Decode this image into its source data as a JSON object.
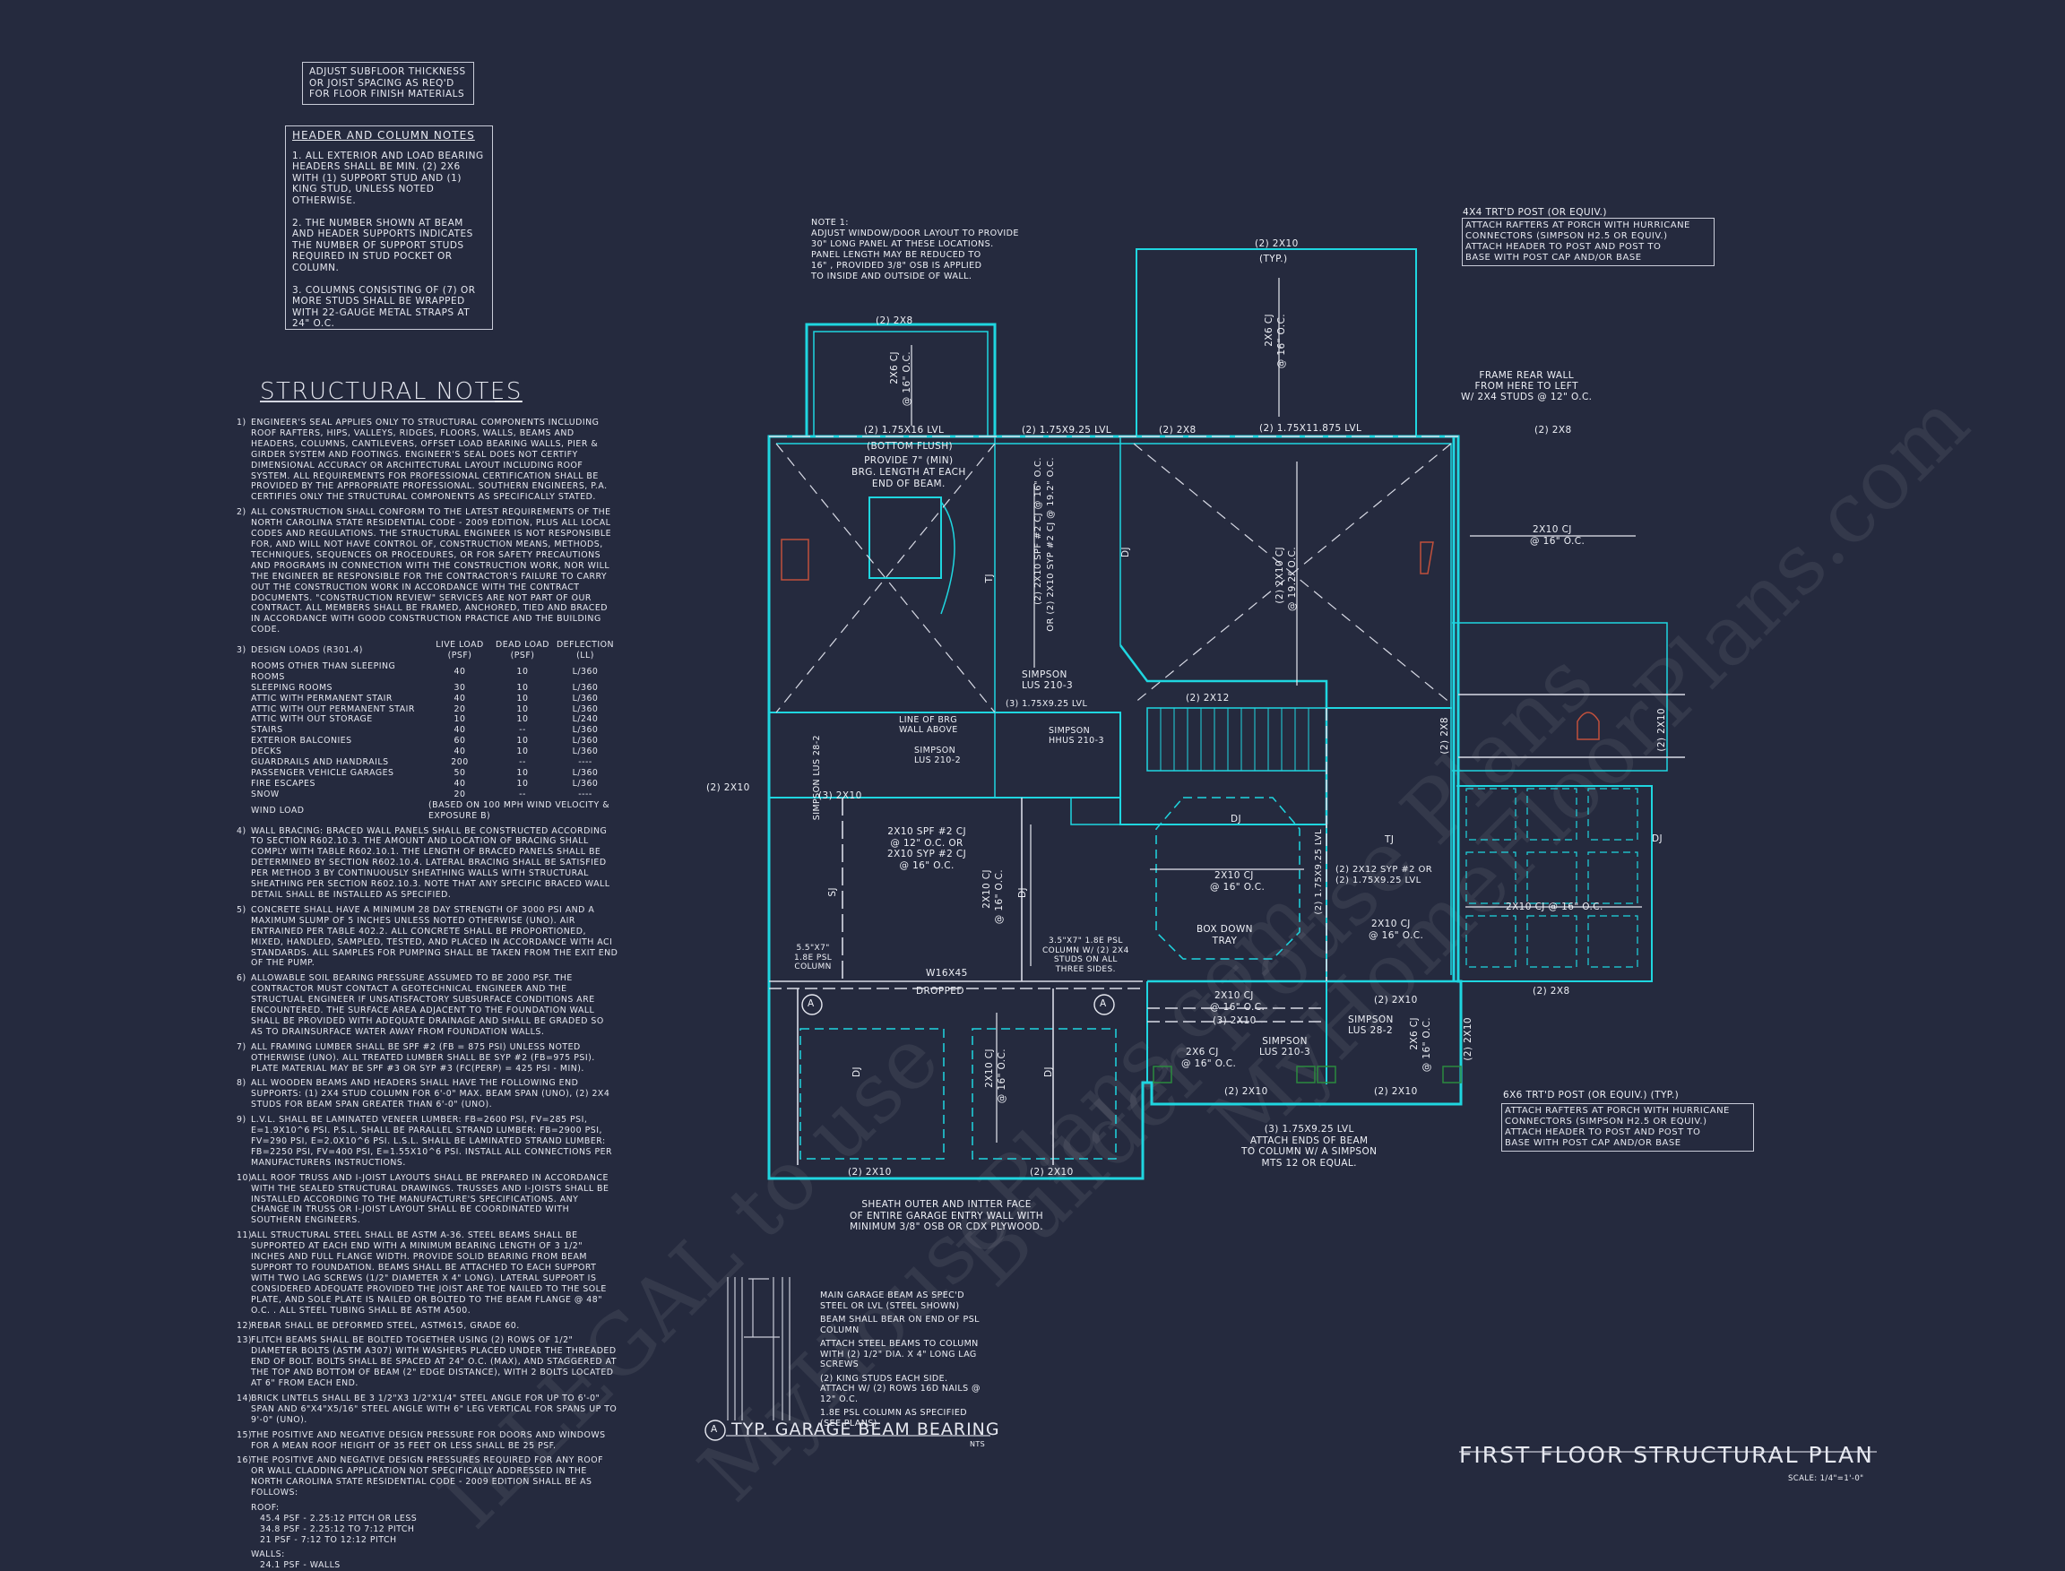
{
  "subfloor_note": {
    "lines": [
      "ADJUST SUBFLOOR THICKNESS",
      "OR JOIST SPACING AS REQ'D",
      "FOR FLOOR FINISH MATERIALS"
    ]
  },
  "header_column_notes": {
    "title": "HEADER AND COLUMN NOTES",
    "items": [
      "1. ALL EXTERIOR AND LOAD BEARING HEADERS SHALL BE MIN. (2) 2x6 WITH (1) SUPPORT STUD AND (1) KING STUD, UNLESS NOTED OTHERWISE.",
      "2. THE NUMBER SHOWN AT BEAM AND HEADER SUPPORTS INDICATES THE NUMBER OF SUPPORT STUDS REQUIRED IN STUD POCKET OR COLUMN.",
      "3. COLUMNS CONSISTING OF (7) OR MORE STUDS SHALL BE WRAPPED WITH 22-GAUGE METAL STRAPS AT 24\" O.C."
    ]
  },
  "structural_notes": {
    "title": "STRUCTURAL NOTES",
    "items": [
      {
        "num": "1)",
        "text": "ENGINEER'S SEAL APPLIES ONLY TO STRUCTURAL COMPONENTS INCLUDING ROOF RAFTERS, HIPS, VALLEYS, RIDGES, FLOORS, WALLS, BEAMS AND HEADERS, COLUMNS, CANTILEVERS, OFFSET LOAD BEARING WALLS, PIER & GIRDER SYSTEM AND FOOTINGS. ENGINEER'S SEAL DOES NOT CERTIFY DIMENSIONAL ACCURACY OR ARCHITECTURAL LAYOUT INCLUDING ROOF SYSTEM. ALL REQUIREMENTS FOR PROFESSIONAL CERTIFICATION SHALL BE PROVIDED BY THE APPROPRIATE PROFESSIONAL. SOUTHERN ENGINEERS, P.A. CERTIFIES ONLY THE STRUCTURAL COMPONENTS AS SPECIFICALLY STATED."
      },
      {
        "num": "2)",
        "text": "ALL CONSTRUCTION SHALL CONFORM TO THE LATEST REQUIREMENTS OF THE NORTH CAROLINA STATE RESIDENTIAL CODE - 2009 EDITION, PLUS ALL LOCAL CODES AND REGULATIONS. THE STRUCTURAL ENGINEER IS NOT RESPONSIBLE FOR, AND WILL NOT HAVE CONTROL OF, CONSTRUCTION MEANS, METHODS, TECHNIQUES, SEQUENCES OR PROCEDURES, OR FOR SAFETY PRECAUTIONS AND PROGRAMS IN CONNECTION WITH THE CONSTRUCTION WORK, NOR WILL THE ENGINEER BE RESPONSIBLE FOR THE CONTRACTOR'S FAILURE TO CARRY OUT THE CONSTRUCTION WORK IN ACCORDANCE WITH THE CONTRACT DOCUMENTS. \"CONSTRUCTION REVIEW\" SERVICES ARE NOT PART OF OUR CONTRACT. ALL MEMBERS SHALL BE FRAMED, ANCHORED, TIED AND BRACED IN ACCORDANCE WITH GOOD CONSTRUCTION PRACTICE AND THE BUILDING CODE."
      }
    ],
    "design_loads": {
      "num": "3)",
      "title": "DESIGN LOADS (R301.4)",
      "columns": [
        "LIVE LOAD (PSF)",
        "DEAD LOAD (PSF)",
        "DEFLECTION (LL)"
      ],
      "rows": [
        [
          "ROOMS OTHER THAN SLEEPING ROOMS",
          "40",
          "10",
          "L/360"
        ],
        [
          "SLEEPING ROOMS",
          "30",
          "10",
          "L/360"
        ],
        [
          "ATTIC WITH PERMANENT STAIR",
          "40",
          "10",
          "L/360"
        ],
        [
          "ATTIC WITH OUT PERMANENT STAIR",
          "20",
          "10",
          "L/360"
        ],
        [
          "ATTIC WITH OUT STORAGE",
          "10",
          "10",
          "L/240"
        ],
        [
          "STAIRS",
          "40",
          "--",
          "L/360"
        ],
        [
          "EXTERIOR BALCONIES",
          "60",
          "10",
          "L/360"
        ],
        [
          "DECKS",
          "40",
          "10",
          "L/360"
        ],
        [
          "GUARDRAILS AND HANDRAILS",
          "200",
          "--",
          "----"
        ],
        [
          "PASSENGER VEHICLE GARAGES",
          "50",
          "10",
          "L/360"
        ],
        [
          "FIRE ESCAPES",
          "40",
          "10",
          "L/360"
        ],
        [
          "SNOW",
          "20",
          "--",
          "----"
        ]
      ],
      "wind_load_label": "WIND LOAD",
      "wind_load_value": "(BASED ON 100 MPH WIND VELOCITY & EXPOSURE B)"
    },
    "items_after": [
      {
        "num": "4)",
        "text": "WALL BRACING: BRACED WALL PANELS SHALL BE CONSTRUCTED ACCORDING TO SECTION R602.10.3. THE AMOUNT AND LOCATION OF BRACING SHALL COMPLY WITH TABLE R602.10.1. THE LENGTH OF BRACED PANELS SHALL BE DETERMINED BY SECTION R602.10.4. LATERAL BRACING SHALL BE SATISFIED PER METHOD 3 BY CONTINUOUSLY SHEATHING WALLS WITH STRUCTURAL SHEATHING PER SECTION R602.10.3. NOTE THAT ANY SPECIFIC BRACED WALL DETAIL SHALL BE INSTALLED AS SPECIFIED."
      },
      {
        "num": "5)",
        "text": "CONCRETE SHALL HAVE A MINIMUM 28 DAY STRENGTH OF 3000 PSI AND A MAXIMUM SLUMP OF 5 INCHES UNLESS NOTED OTHERWISE (UNO). AIR ENTRAINED PER TABLE 402.2. ALL CONCRETE SHALL BE PROPORTIONED, MIXED, HANDLED, SAMPLED, TESTED, AND PLACED IN ACCORDANCE WITH ACI STANDARDS. ALL SAMPLES FOR PUMPING SHALL BE TAKEN FROM THE EXIT END OF THE PUMP."
      },
      {
        "num": "6)",
        "text": "ALLOWABLE SOIL BEARING PRESSURE ASSUMED TO BE 2000 PSF. THE CONTRACTOR MUST CONTACT A GEOTECHNICAL ENGINEER AND THE STRUCTUAL ENGINEER IF UNSATISFACTORY SUBSURFACE CONDITIONS ARE ENCOUNTERED. THE SURFACE AREA ADJACENT TO THE FOUNDATION WALL SHALL BE PROVIDED WITH ADEQUATE DRAINAGE AND SHALL BE GRADED SO AS TO DRAINSURFACE WATER AWAY FROM FOUNDATION WALLS."
      },
      {
        "num": "7)",
        "text": "ALL FRAMING LUMBER SHALL BE SPF #2 (Fb = 875 PSI) UNLESS NOTED OTHERWISE (UNO). ALL TREATED LUMBER SHALL BE SYP #2 (Fb=975 PSI). PLATE MATERIAL MAY BE SPF #3 OR SYP #3 (Fc(perp) = 425 PSI - MIN)."
      },
      {
        "num": "8)",
        "text": "ALL WOODEN BEAMS AND HEADERS SHALL HAVE THE FOLLOWING END SUPPORTS: (1) 2x4 STUD COLUMN FOR 6'-0\" MAX. BEAM SPAN (UNO), (2) 2X4 STUDS FOR BEAM SPAN GREATER THAN 6'-0\" (UNO)."
      },
      {
        "num": "9)",
        "text": "L.V.L. SHALL BE LAMINATED VENEER LUMBER: Fb=2600 PSI, Fv=285 PSI, E=1.9x10^6 PSI. P.S.L. SHALL BE PARALLEL STRAND LUMBER: Fb=2900 PSI, Fv=290 PSI, E=2.0x10^6 PSI. L.S.L. SHALL BE LAMINATED STRAND LUMBER: Fb=2250 PSI, Fv=400 PSI, E=1.55x10^6 PSI. INSTALL ALL CONNECTIONS PER MANUFACTURERS INSTRUCTIONS."
      },
      {
        "num": "10)",
        "text": "ALL ROOF TRUSS AND I-JOIST LAYOUTS SHALL BE PREPARED IN ACCORDANCE WITH THE SEALED STRUCTURAL DRAWINGS. TRUSSES AND I-JOISTS SHALL BE INSTALLED ACCORDING TO THE MANUFACTURE'S SPECIFICATIONS. ANY CHANGE IN TRUSS OR I-JOIST LAYOUT SHALL BE COORDINATED WITH SOUTHERN ENGINEERS."
      },
      {
        "num": "11)",
        "text": "ALL STRUCTURAL STEEL SHALL BE ASTM A-36. STEEL BEAMS SHALL BE SUPPORTED AT EACH END WITH A MINIMUM BEARING LENGTH OF 3 1/2\" INCHES AND FULL FLANGE WIDTH. PROVIDE SOLID BEARING FROM BEAM SUPPORT TO FOUNDATION. BEAMS SHALL BE ATTACHED TO EACH SUPPORT WITH TWO LAG SCREWS (1/2\" DIAMETER x 4\" LONG). LATERAL SUPPORT IS CONSIDERED ADEQUATE PROVIDED THE JOIST ARE TOE NAILED TO THE SOLE PLATE, AND SOLE PLATE IS NAILED OR BOLTED TO THE BEAM FLANGE @ 48\" O.C. . ALL STEEL TUBING SHALL BE ASTM A500."
      },
      {
        "num": "12)",
        "text": "REBAR SHALL BE DEFORMED STEEL, ASTM615, GRADE 60."
      },
      {
        "num": "13)",
        "text": "FLITCH BEAMS SHALL BE BOLTED TOGETHER USING (2) ROWS OF 1/2\" DIAMETER BOLTS (ASTM A307) WITH WASHERS PLACED UNDER THE THREADED END OF BOLT. BOLTS SHALL BE SPACED AT 24\" O.C. (MAX), AND STAGGERED AT THE TOP AND BOTTOM OF BEAM (2\" EDGE DISTANCE), WITH 2 BOLTS LOCATED AT 6\" FROM EACH END."
      },
      {
        "num": "14)",
        "text": "BRICK LINTELS SHALL BE 3 1/2\"x3 1/2\"x1/4\" STEEL ANGLE FOR UP TO 6'-0\" SPAN AND 6\"x4\"x5/16\" STEEL ANGLE WITH 6\" LEG VERTICAL FOR SPANS UP TO 9'-0\" (UNO)."
      },
      {
        "num": "15)",
        "text": "THE POSITIVE AND NEGATIVE DESIGN PRESSURE FOR DOORS AND WINDOWS FOR A MEAN ROOF HEIGHT OF 35 FEET OR LESS SHALL BE 25 PSF."
      },
      {
        "num": "16)",
        "text": "THE POSITIVE AND NEGATIVE DESIGN PRESSURES REQUIRED FOR ANY ROOF OR WALL CLADDING APPLICATION NOT SPECIFICALLY ADDRESSED IN THE NORTH CAROLINA STATE RESIDENTIAL CODE - 2009 EDITION SHALL BE AS FOLLOWS:"
      }
    ],
    "roof_label": "ROOF:",
    "roof_values": [
      "45.4 PSF - 2.25:12 PITCH OR LESS",
      "34.8 PSF - 2.25:12 TO 7:12 PITCH",
      "21 PSF - 7:12 TO 12:12 PITCH"
    ],
    "walls_label": "WALLS:",
    "walls_values": [
      "24.1 PSF - WALLS"
    ]
  },
  "note1": {
    "lines": [
      "NOTE 1:",
      "ADJUST WINDOW/DOOR LAYOUT TO PROVIDE",
      "30\" LONG PANEL AT THESE LOCATIONS.",
      "PANEL LENGTH MAY BE REDUCED TO",
      "16\" , PROVIDED 3/8\" OSB IS APPLIED",
      "TO INSIDE AND OUTSIDE OF WALL."
    ]
  },
  "porch_note_top": {
    "title": "4x4 TRT'D POST (OR EQUIV.)",
    "lines": [
      "ATTACH RAFTERS AT PORCH WITH HURRICANE",
      "CONNECTORS (SIMPSON H2.5 OR EQUIV.)",
      "ATTACH HEADER TO POST AND POST TO",
      "BASE WITH POST CAP AND/OR BASE"
    ]
  },
  "porch_note_bottom": {
    "title": "6x6 TRT'D POST (OR EQUIV.) (TYP.)",
    "lines": [
      "ATTACH RAFTERS AT PORCH WITH HURRICANE",
      "CONNECTORS (SIMPSON H2.5 OR EQUIV.)",
      "ATTACH HEADER TO POST AND POST TO",
      "BASE WITH POST CAP AND/OR BASE"
    ]
  },
  "frame_rear_note": [
    "FRAME REAR WALL",
    "FROM HERE TO LEFT",
    "w/ 2x4 STUDS @ 12\" O.C."
  ],
  "garage_beam_detail": {
    "callouts": [
      "MAIN GARAGE BEAM AS SPEC'D STEEL OR LVL (STEEL SHOWN)",
      "BEAM SHALL BEAR ON END OF PSL COLUMN",
      "ATTACH STEEL BEAMS TO COLUMN WITH (2) 1/2\" DIA. x 4\" LONG LAG SCREWS",
      "(2) KING STUDS EACH SIDE. ATTACH W/ (2) ROWS 16D NAILS @ 12\" O.C.",
      "1.8E PSL COLUMN AS SPECIFIED (SEE PLANS)"
    ],
    "marker": "A",
    "title": "TYP. GARAGE BEAM BEARING",
    "scale": "NTS"
  },
  "plan_title": {
    "title": "FIRST FLOOR STRUCTURAL PLAN",
    "scale": "SCALE: 1/4\"=1'-0\""
  },
  "plan_labels": {
    "top_2x8_left": "(2) 2x8",
    "cj_2x6_left": "2x6 CJ",
    "cj_2x6_left_oc": "@ 16\" O.C.",
    "lvl_16": "(2) 1.75x16 LVL",
    "bottom_flush": "(BOTTOM FLUSH)",
    "provide_brg": [
      "PROVIDE 7\" (MIN)",
      "BRG. LENGTH AT EACH",
      "END OF BEAM."
    ],
    "lvl_925_top": "(2) 1.75x9.25 LVL",
    "top_2x8_mid": "(2) 2x8",
    "lvl_11875": "(2) 1.75x11.875 LVL",
    "top_2x8_right": "(2) 2x8",
    "porch_2x10": "(2) 2x10",
    "porch_typ": "(TYP.)",
    "porch_cj": "2x6 CJ",
    "porch_cj_oc": "@ 16\" O.C.",
    "spf_cj": "(2) 2x10 SPF #2 CJ @ 16\" O.C.",
    "syp_cj": "OR (2) 2x10 SYP #2 CJ @ 19.2\" O.C.",
    "tj": "TJ",
    "dj": "DJ",
    "great_cj": "(2) 2x10 CJ",
    "great_cj_oc": "@ 19.2\" O.C.",
    "right_cj": "2x10 CJ",
    "right_cj_oc": "@ 16\" O.C.",
    "simpson_lus_210_3": [
      "SIMPSON",
      "LUS 210-3"
    ],
    "lvl_3_925": "(3) 1.75x9.25 LVL",
    "simpson_hhus": [
      "SIMPSON",
      "HHUS 210-3"
    ],
    "line_brg": [
      "LINE OF BRG",
      "WALL ABOVE"
    ],
    "simpson_lus_210_2": [
      "SIMPSON",
      "LUS 210-2"
    ],
    "simpson_lus_28_2_v": "SIMPSON LUS 28-2",
    "stair_2x10_a": "(2) 2x10",
    "stair_2x10_b": "(2) 2x10",
    "header_2x12": "(2) 2x12",
    "side_2x8": "(2) 2x8",
    "side_2x10": "(2) 2x10",
    "left_2x10": "(2) 2x10",
    "hdr_3_2x10": "(3) 2x10",
    "garage_cj": [
      "2x10 SPF #2 CJ",
      "@ 12\" O.C. OR",
      "2x10 SYP #2 CJ",
      "@ 16\" O.C."
    ],
    "sj": "SJ",
    "garage_mid_cj": "2x10 CJ",
    "garage_mid_cj_oc": "@ 16\" O.C.",
    "dining_cj": "2x10 CJ",
    "dining_cj_oc": "@ 16\" O.C.",
    "box_down": [
      "BOX DOWN",
      "TRAY"
    ],
    "lvl_925_v": "(2) 1.75x9.25 LVL",
    "syp_2x12": [
      "(2) 2x12 SYP #2 OR",
      "(2) 1.75x9.25 LVL"
    ],
    "study_cj": "2x10 CJ",
    "study_cj_oc": "@ 16\" O.C.",
    "porch_right_cj": "2x10 CJ @ 16\" O.C.",
    "bottom_2x8": "(2) 2x8",
    "psl_left": [
      "5.5\"x7\"",
      "1.8E PSL",
      "COLUMN"
    ],
    "psl_right": [
      "3.5\"x7\" 1.8E PSL",
      "COLUMN w/ (2) 2x4",
      "STUDS ON ALL",
      "THREE SIDES."
    ],
    "w16": "W16x45",
    "dropped": "DROPPED",
    "marker_a": "A",
    "front_cj": "2x10 CJ",
    "front_cj_oc": "@ 16\" O.C.",
    "front_hdr": "(2) 2x10",
    "front_3_2x10": "(3) 2x10",
    "simpson_lus_210_3_b": [
      "SIMPSON",
      "LUS 210-3"
    ],
    "front_2x6": "2x6 CJ",
    "front_2x6_oc": "@ 16\" O.C.",
    "simpson_lus_28_2": [
      "SIMPSON",
      "LUS 28-2"
    ],
    "front_right_cj": "2x6 CJ",
    "front_right_cj_oc": "@ 16\" O.C.",
    "porch_front_2x10_a": "(2) 2x10",
    "porch_front_2x10_b": "(2) 2x10",
    "porch_side_2x10": "(2) 2x10",
    "garage_bot_2x10_a": "(2) 2x10",
    "garage_bot_2x10_b": "(2) 2x10",
    "sheath_note": [
      "SHEATH OUTER AND INTTER FACE",
      "OF ENTIRE GARAGE ENTRY WALL WITH",
      "MINIMUM 3/8\" OSB OR CDX PLYWOOD."
    ],
    "beam_note": [
      "(3) 1.75x9.25 LVL",
      "ATTACH ENDS OF BEAM",
      "TO COLUMN w/ A SIMPSON",
      "MTS 12 OR EQUAL."
    ]
  },
  "colors": {
    "background": "#252a3e",
    "wall": "#1fd6e0",
    "text": "#e6e8f0",
    "beam": "#d9dbe6",
    "fixture": "#c0503c",
    "green": "#2b8a3e"
  },
  "watermarks": [
    "MyHousePlans.com",
    "Builder House Plans",
    "MyHomeFloorPlans.com",
    "ILLEGAL to use"
  ]
}
